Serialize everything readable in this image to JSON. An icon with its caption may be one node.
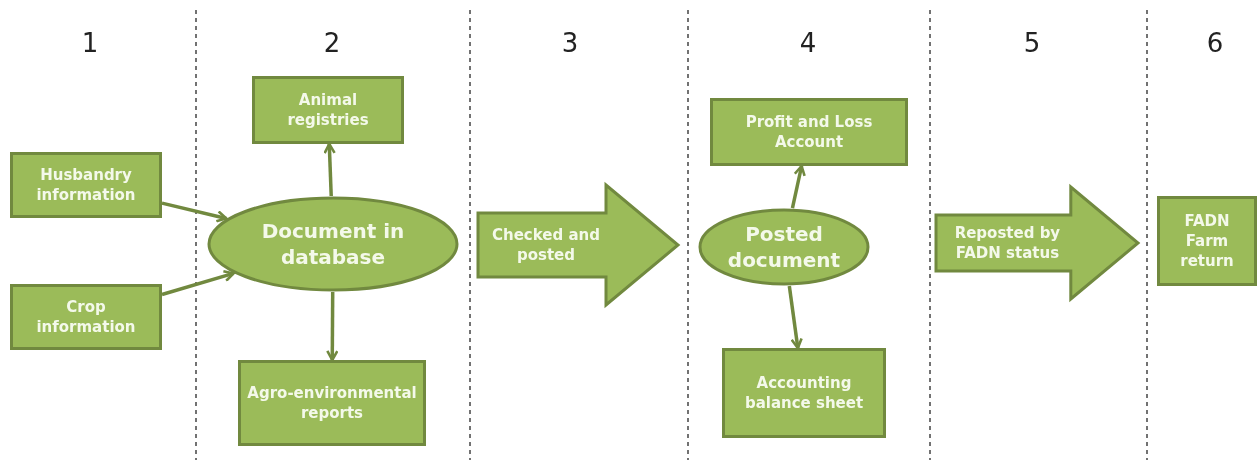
{
  "diagram": {
    "nodes": [
      {
        "text": [
          "Husbandry information"
        ]
      },
      {
        "text": [
          "Crop information"
        ]
      },
      {
        "text": [
          "Document in database"
        ]
      },
      {
        "text": [
          "Animal registries"
        ]
      },
      {
        "text": [
          "Agro-environmental reports"
        ]
      },
      {
        "text": [
          "Posted document"
        ]
      },
      {
        "text": [
          "Profit and Loss Account"
        ]
      },
      {
        "text": [
          "Accounting balance sheet"
        ]
      },
      {
        "text": [
          "FADN Farm return"
        ]
      }
    ],
    "edges": [
      {
        "from": 0,
        "to": 2,
        "arrow": "to"
      },
      {
        "from": 1,
        "to": 2,
        "arrow": "to"
      },
      {
        "from": 2,
        "to": 3,
        "arrow": "to"
      },
      {
        "from": 2,
        "to": 4,
        "arrow": "to"
      },
      {
        "from": 2,
        "to": 5,
        "arrow": "to",
        "label": "Checked and posted",
        "style": "thick"
      },
      {
        "from": 5,
        "to": 6,
        "arrow": "to"
      },
      {
        "from": 5,
        "to": 7,
        "arrow": "to"
      },
      {
        "from": 5,
        "to": 8,
        "arrow": "to",
        "label": "Reposted by FADN status",
        "style": "thick"
      }
    ],
    "labels": [
      "1",
      "2",
      "3",
      "4",
      "5",
      "6"
    ]
  }
}
